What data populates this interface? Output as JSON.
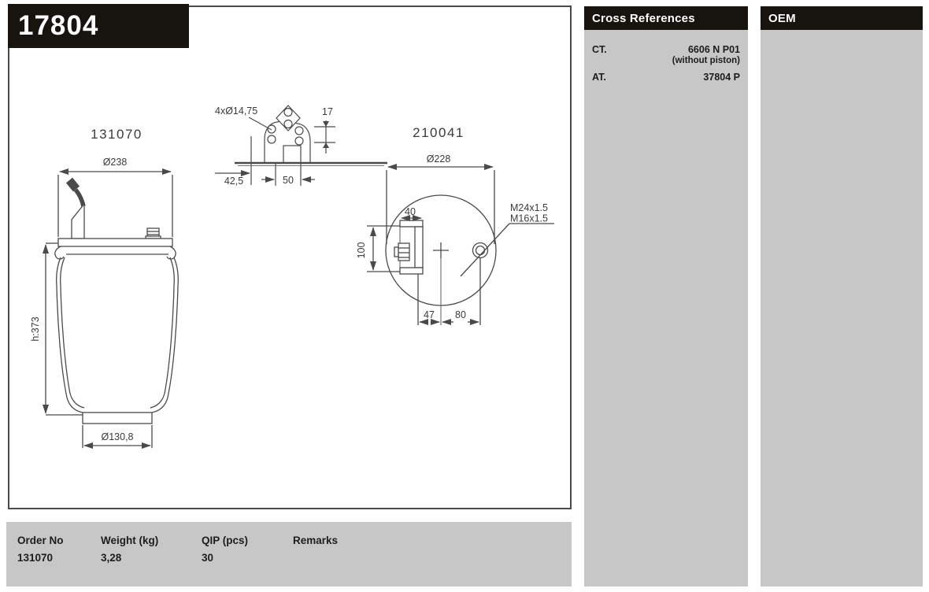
{
  "header": {
    "part_number": "17804"
  },
  "cross_references": {
    "title": "Cross References",
    "rows": [
      {
        "label": "CT.",
        "value": "6606 N P01",
        "note": "(without piston)"
      },
      {
        "label": "AT.",
        "value": "37804 P"
      }
    ]
  },
  "oem": {
    "title": "OEM"
  },
  "order_table": {
    "headers": [
      "Order No",
      "Weight (kg)",
      "QIP (pcs)",
      "Remarks"
    ],
    "row": {
      "order_no": "131070",
      "weight_kg": "3,28",
      "qip_pcs": "30",
      "remarks": ""
    }
  },
  "drawings": {
    "bellows": {
      "title": "131070",
      "dim_top_diameter": "Ø238",
      "dim_height": "h:373",
      "dim_bottom_diameter": "Ø130,8"
    },
    "bracket_top_view": {
      "dim_holes": "4xØ14,75",
      "dim_offset": "17",
      "dim_left": "42,5",
      "dim_center": "50"
    },
    "piston_top_view": {
      "title": "210041",
      "dim_diameter": "Ø228",
      "dim_bracket_width": "40",
      "dim_bracket_height": "100",
      "dim_thread_outer": "M24x1.5",
      "dim_thread_inner": "M16x1.5",
      "dim_x1": "47",
      "dim_x2": "80"
    }
  },
  "colors": {
    "panel_header_bg": "#17130f",
    "panel_body_bg": "#c7c7c7",
    "drawing_line": "#4a4a4a"
  }
}
